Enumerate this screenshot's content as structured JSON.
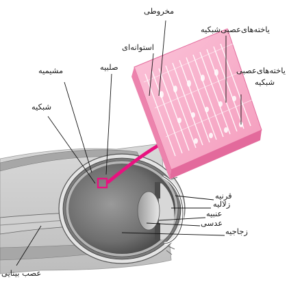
{
  "labels": {
    "cone": "مخروطی",
    "ganglion_cells": "یاخته‌های‌عصبی‌شبکیه",
    "rod": "استوانه‌ای",
    "retinal_neurons_l1": "یاخته‌های‌عصبی",
    "retinal_neurons_l2": "شبکیه",
    "sclera": "صلبیه",
    "choroid": "مشیمیه",
    "retina": "شبکیه",
    "cornea": "قرنیه",
    "aqueous": "زلالیه",
    "iris": "عنبیه",
    "lens": "عدسی",
    "vitreous": "زجاجیه",
    "optic_nerve": "عصب بینایی"
  },
  "colors": {
    "retina_tissue": "#f7a8c6",
    "retina_tissue_dark": "#e36a9c",
    "highlight_arrow": "#e8127f",
    "eye_gray": "#8c8c8c",
    "eye_dark": "#5a5a5a",
    "leader_line": "#111111"
  }
}
